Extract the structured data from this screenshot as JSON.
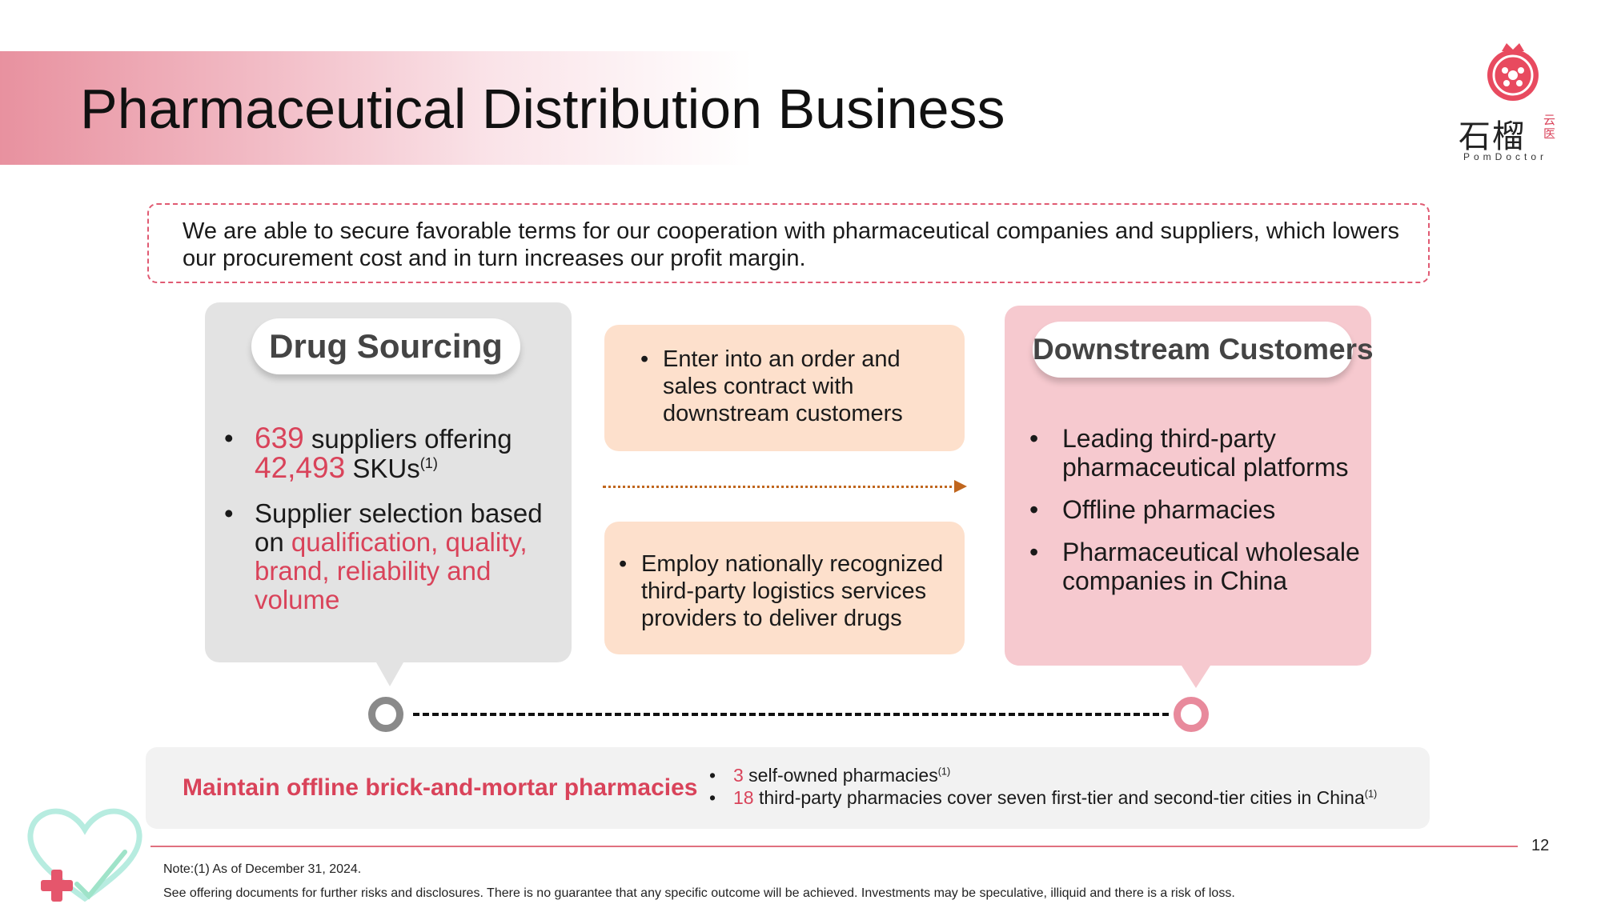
{
  "header": {
    "title": "Pharmaceutical Distribution Business",
    "logo_text": "石榴",
    "logo_side": "云医",
    "logo_sub": "PomDoctor"
  },
  "intro": {
    "text": "We are able to secure favorable terms for our cooperation with pharmaceutical companies and suppliers, which lowers our procurement cost and in turn increases our profit margin."
  },
  "drug_sourcing": {
    "title": "Drug Sourcing",
    "b1_num1": "639",
    "b1_text1": " suppliers offering ",
    "b1_num2": "42,493",
    "b1_text2": " SKUs",
    "b1_note": "(1)",
    "b2_text": "Supplier selection based on ",
    "b2_highlight": "qualification, quality, brand, reliability and volume"
  },
  "middle": {
    "top_bullet": "Enter into an order and sales contract with downstream customers",
    "bottom_bullet": "Employ nationally recognized third-party logistics services providers to deliver drugs"
  },
  "downstream": {
    "title": "Downstream Customers",
    "items": [
      "Leading third-party pharmaceutical platforms",
      "Offline pharmacies",
      "Pharmaceutical wholesale companies in China"
    ]
  },
  "offline": {
    "title": "Maintain offline brick-and-mortar pharmacies",
    "b1_num": "3",
    "b1_text": " self-owned pharmacies",
    "b1_note": "(1)",
    "b2_num": "18",
    "b2_text": " third-party pharmacies cover seven first-tier and second-tier cities in China",
    "b2_note": "(1)"
  },
  "footer": {
    "page_number": "12",
    "note": "Note:(1) As of December 31, 2024.",
    "disclaimer": "See offering documents for further risks and disclosures. There is no guarantee that any specific outcome will be achieved. Investments may be speculative, illiquid and there is a risk of loss."
  },
  "colors": {
    "accent_red": "#d9435a",
    "peach": "#fde0cc",
    "pink": "#f6c9cf",
    "grey": "#e3e3e3"
  }
}
